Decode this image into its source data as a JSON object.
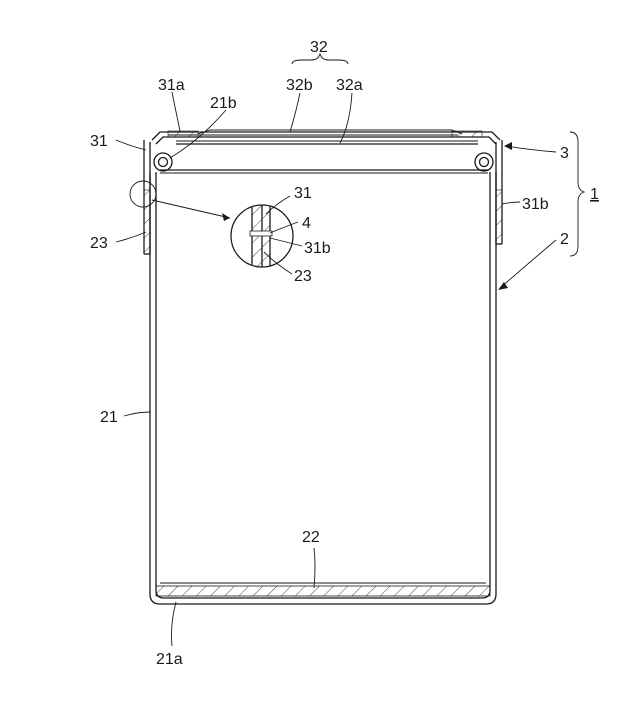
{
  "labels": {
    "l32": "32",
    "l31a": "31a",
    "l21b": "21b",
    "l32b": "32b",
    "l32a": "32a",
    "l31": "31",
    "l3": "3",
    "l1": "1",
    "l31b": "31b",
    "l23": "23",
    "l2": "2",
    "d31": "31",
    "d4": "4",
    "d31b": "31b",
    "d23": "23",
    "l21": "21",
    "l22": "22",
    "l21a": "21a"
  }
}
